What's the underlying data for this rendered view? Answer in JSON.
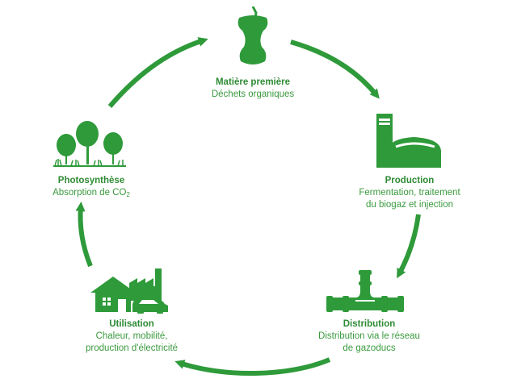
{
  "colors": {
    "green": "#2e9a3a",
    "text_green": "#3a9a3e"
  },
  "cycle": {
    "steps": [
      {
        "title": "Matière première",
        "lines": [
          "Déchets organiques"
        ],
        "icon": "apple-core-icon"
      },
      {
        "title": "Production",
        "lines": [
          "Fermentation, traitement",
          "du biogaz et injection"
        ],
        "icon": "biogas-plant-icon"
      },
      {
        "title": "Distribution",
        "lines": [
          "Distribution via le réseau",
          "de gazoducs"
        ],
        "icon": "pipeline-icon"
      },
      {
        "title": "Utilisation",
        "lines": [
          "Chaleur, mobilité,",
          "production d'électricité"
        ],
        "icon": "house-factory-car-icon"
      },
      {
        "title": "Photosynthèse",
        "desc_prefix": "Absorption de CO",
        "desc_sub": "2",
        "icon": "trees-icon"
      }
    ]
  }
}
